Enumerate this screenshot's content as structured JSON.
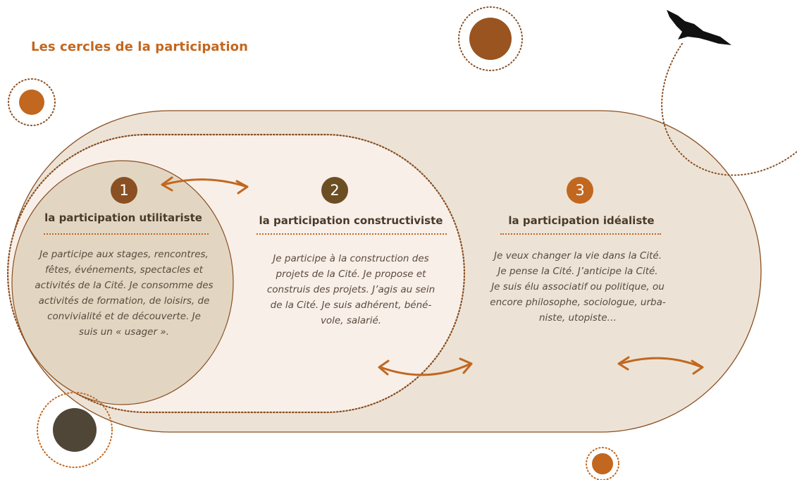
{
  "title": "Les cercles de la participation",
  "colors": {
    "accent_orange": "#c2671f",
    "brown": "#8a4f22",
    "dark_olive": "#4f4638",
    "panel_beige": "#ece3d6",
    "panel_light": "#f8efe9",
    "circle_fill": "#e2d6c3"
  },
  "circles": [
    {
      "number": "1",
      "heading": "la participation utilitariste",
      "lines": [
        "Je participe aux stages, rencontres,",
        "fêtes, événements, spectacles et",
        "activités de la Cité. Je consomme des",
        "activités de formation, de loisirs, de",
        "convivialité et de découverte. Je",
        "suis un « usager »."
      ]
    },
    {
      "number": "2",
      "heading": "la participation constructiviste",
      "lines": [
        "Je participe à la construction des",
        "projets de la Cité. Je propose et",
        "construis des projets. J’agis au sein",
        "de la Cité. Je suis adhérent, béné-",
        "vole, salarié."
      ]
    },
    {
      "number": "3",
      "heading": "la participation idéaliste",
      "lines": [
        "Je veux changer la vie dans la Cité.",
        "Je pense la Cité. J’anticipe la Cité.",
        "Je suis élu associatif ou politique, ou",
        "encore philosophe, sociologue, urba-",
        "niste, utopiste…"
      ]
    }
  ],
  "icons": [
    "bird-icon",
    "double-arrow-icon",
    "decorative-dot-icon"
  ]
}
